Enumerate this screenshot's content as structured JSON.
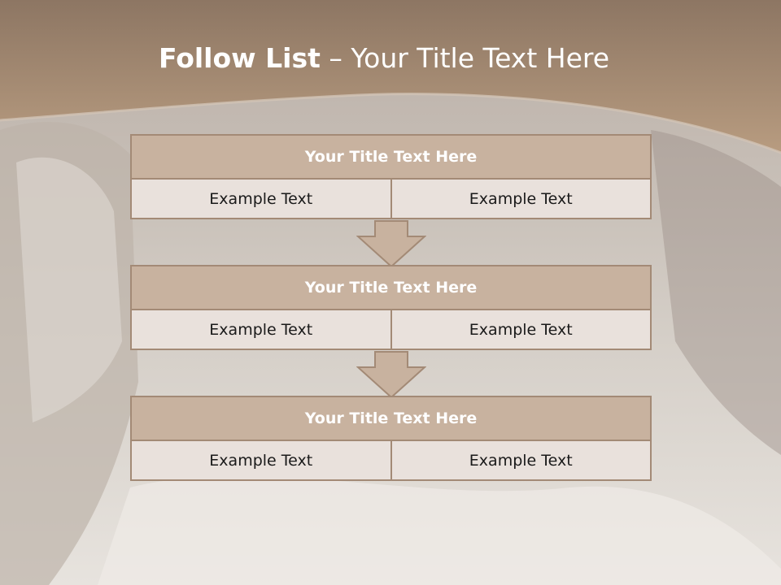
{
  "colors": {
    "band_top": "#8d7663",
    "band_bottom": "#b89c80",
    "header_fill": "#c8b29f",
    "border": "#a38a76",
    "cell_fill": "#e9e1dc"
  },
  "title": {
    "bold": "Follow List",
    "rest": " – Your Title Text Here"
  },
  "blocks": [
    {
      "header": "Your Title Text Here",
      "left": "Example Text",
      "right": "Example Text"
    },
    {
      "header": "Your Title Text Here",
      "left": "Example Text",
      "right": "Example Text"
    },
    {
      "header": "Your Title Text Here",
      "left": "Example Text",
      "right": "Example Text"
    }
  ],
  "arrow_icon": "down-arrow-icon"
}
